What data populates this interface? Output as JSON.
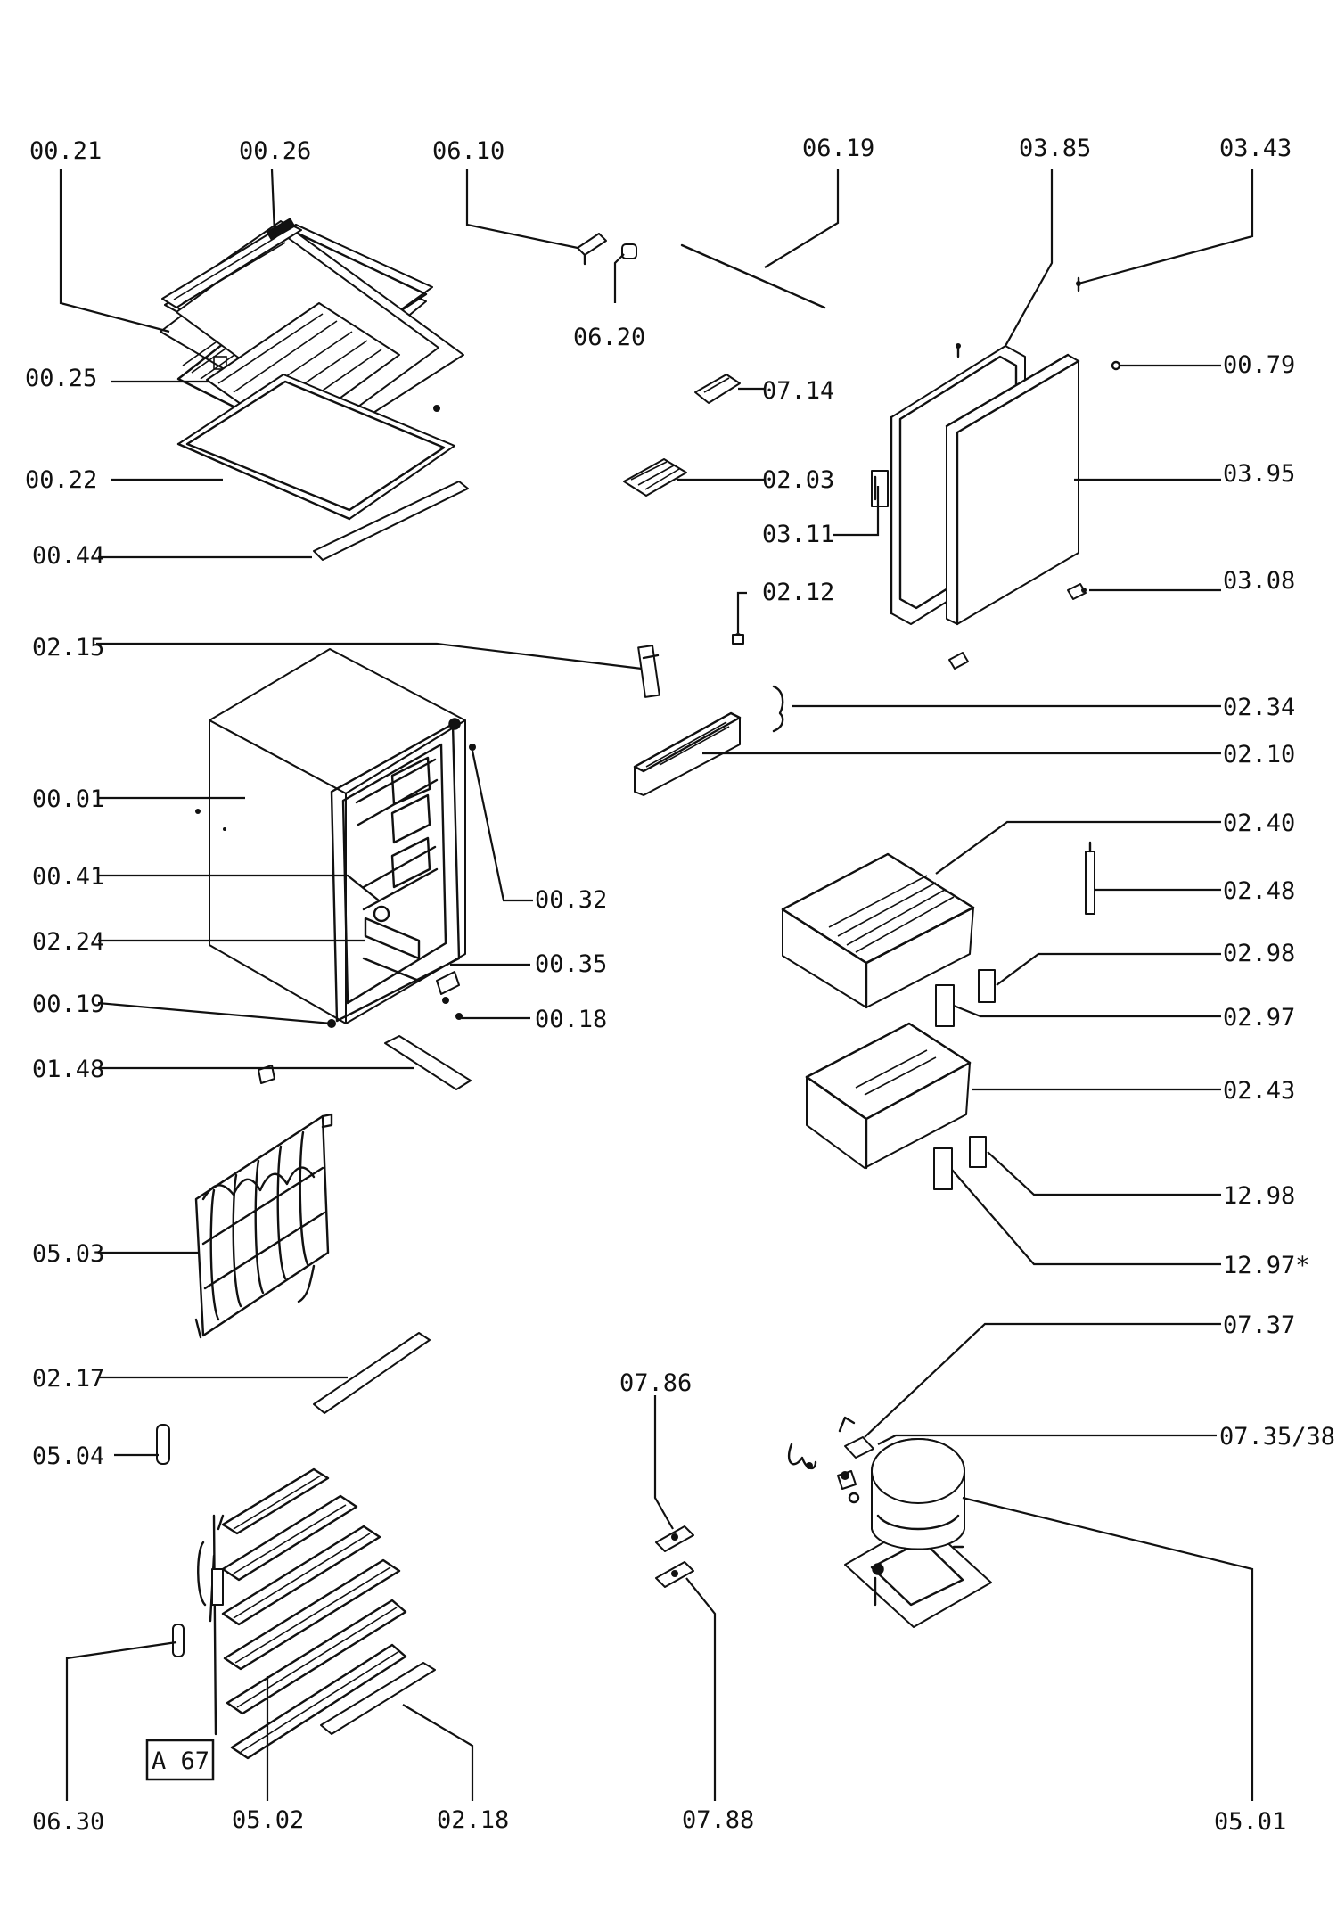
{
  "diagram": {
    "code": "A 67",
    "labels": [
      "00.21",
      "00.26",
      "06.10",
      "06.19",
      "03.85",
      "03.43",
      "06.20",
      "00.79",
      "00.25",
      "07.14",
      "00.22",
      "02.03",
      "03.95",
      "03.11",
      "00.44",
      "03.08",
      "02.12",
      "02.15",
      "02.34",
      "02.10",
      "00.01",
      "02.40",
      "00.32",
      "00.41",
      "02.48",
      "02.24",
      "00.35",
      "02.98",
      "00.19",
      "00.18",
      "02.97",
      "01.48",
      "02.43",
      "12.98",
      "05.03",
      "12.97*",
      "07.37",
      "02.17",
      "07.86",
      "07.35/38",
      "05.04",
      "06.30",
      "05.02",
      "02.18",
      "07.88",
      "05.01"
    ]
  }
}
